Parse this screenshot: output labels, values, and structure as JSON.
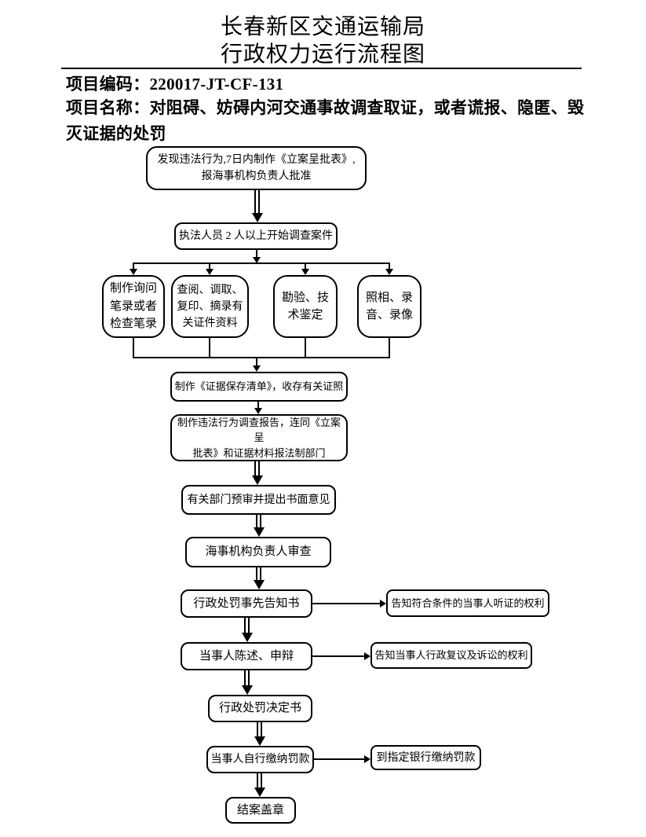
{
  "header": {
    "title1": "长春新区交通运输局",
    "title2": "行政权力运行流程图",
    "project_code_line": "项目编码：220017-JT-CF-131",
    "project_name_line": "项目名称：对阻碍、妨碍内河交通事故调查取证，或者谎报、隐匿、毁灭证据的处罚"
  },
  "colors": {
    "line": "#000000",
    "background": "#ffffff",
    "text": "#000000"
  },
  "flowchart": {
    "nodes": [
      {
        "id": "start",
        "text": "发现违法行为,7日内制作《立案呈批表》,\n报海事机构负责人批准"
      },
      {
        "id": "investigate",
        "text": "执法人员 2 人以上开始调查案件"
      },
      {
        "id": "transcript",
        "text": "制作询问\n笔录或者\n检查笔录"
      },
      {
        "id": "consult",
        "text": "查阅、调取、\n复印、摘录有\n关证件资料"
      },
      {
        "id": "survey",
        "text": "勘验、技\n术鉴定"
      },
      {
        "id": "photo",
        "text": "照相、录\n音、录像"
      },
      {
        "id": "evidence-list",
        "text": "制作《证据保存清单》，收存有关证照"
      },
      {
        "id": "report",
        "text": "制作违法行为调查报告，连同《立案呈\n批表》和证据材料报法制部门"
      },
      {
        "id": "preview",
        "text": "有关部门预审并提出书面意见"
      },
      {
        "id": "review",
        "text": "海事机构负责人审查"
      },
      {
        "id": "notice",
        "text": "行政处罚事先告知书"
      },
      {
        "id": "statement",
        "text": "当事人陈述、申辩"
      },
      {
        "id": "decision",
        "text": "行政处罚决定书"
      },
      {
        "id": "pay",
        "text": "当事人自行缴纳罚款"
      },
      {
        "id": "close-case",
        "text": "结案盖章"
      }
    ],
    "side_notes": [
      {
        "id": "hearing-right",
        "text": "告知符合条件的当事人听证的权利"
      },
      {
        "id": "appeal-right",
        "text": "告知当事人行政复议及诉讼的权利"
      },
      {
        "id": "bank-payment",
        "text": "到指定银行缴纳罚款"
      }
    ],
    "edges": [
      {
        "from": "start",
        "to": "investigate",
        "style": "thick"
      },
      {
        "from": "investigate",
        "to": "transcript",
        "style": "thin-branch"
      },
      {
        "from": "investigate",
        "to": "consult",
        "style": "thin-branch"
      },
      {
        "from": "investigate",
        "to": "survey",
        "style": "thin-branch"
      },
      {
        "from": "investigate",
        "to": "photo",
        "style": "thin-branch"
      },
      {
        "from": "transcript",
        "to": "evidence-list",
        "style": "thin-merge"
      },
      {
        "from": "consult",
        "to": "evidence-list",
        "style": "thin-merge"
      },
      {
        "from": "survey",
        "to": "evidence-list",
        "style": "thin-merge"
      },
      {
        "from": "photo",
        "to": "evidence-list",
        "style": "thin-merge"
      },
      {
        "from": "evidence-list",
        "to": "report",
        "style": "thin"
      },
      {
        "from": "report",
        "to": "preview",
        "style": "thick"
      },
      {
        "from": "preview",
        "to": "review",
        "style": "thick"
      },
      {
        "from": "review",
        "to": "notice",
        "style": "thick"
      },
      {
        "from": "notice",
        "to": "hearing-right",
        "style": "thin-right"
      },
      {
        "from": "notice",
        "to": "statement",
        "style": "thick"
      },
      {
        "from": "statement",
        "to": "appeal-right",
        "style": "thin-right"
      },
      {
        "from": "statement",
        "to": "decision",
        "style": "thick"
      },
      {
        "from": "decision",
        "to": "pay",
        "style": "thick"
      },
      {
        "from": "pay",
        "to": "bank-payment",
        "style": "thin-right"
      },
      {
        "from": "pay",
        "to": "close-case",
        "style": "thick"
      }
    ]
  }
}
